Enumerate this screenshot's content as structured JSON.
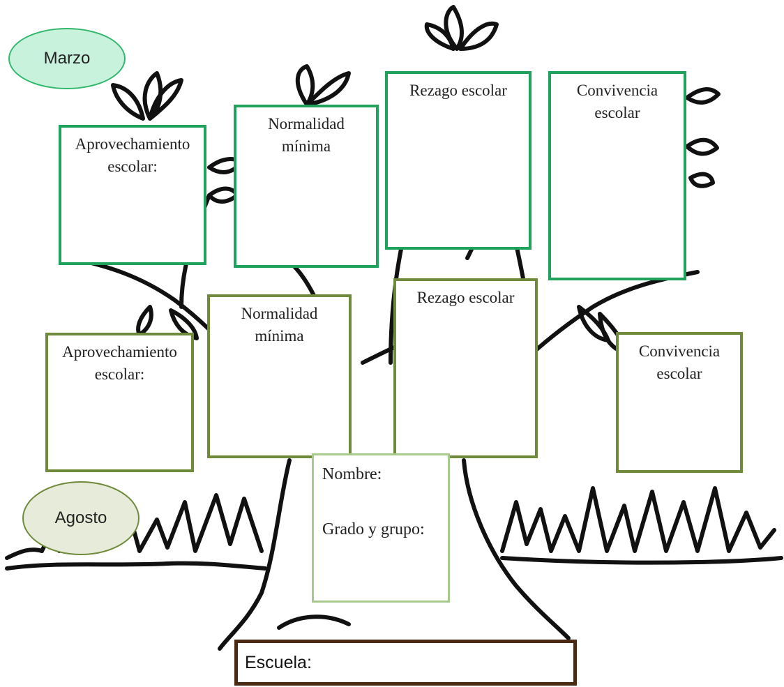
{
  "ovals": {
    "march": "Marzo",
    "august": "Agosto"
  },
  "march_boxes": [
    {
      "line1": "Aprovechamiento",
      "line2": "escolar:"
    },
    {
      "line1": "Normalidad",
      "line2": "mínima"
    },
    {
      "line1": "Rezago escolar",
      "line2": ""
    },
    {
      "line1": "Convivencia",
      "line2": "escolar"
    }
  ],
  "august_boxes": [
    {
      "line1": "Aprovechamiento",
      "line2": "escolar:"
    },
    {
      "line1": "Normalidad",
      "line2": "mínima"
    },
    {
      "line1": "Rezago escolar",
      "line2": ""
    },
    {
      "line1": "Convivencia",
      "line2": "escolar"
    }
  ],
  "student": {
    "name_label": "Nombre:",
    "grade_label": "Grado y grupo:"
  },
  "school": {
    "label": "Escuela:"
  },
  "colors": {
    "march_border": "#1fa35c",
    "march_oval_fill": "#c9f2dd",
    "august_border": "#6e8a3a",
    "august_oval_fill": "#e6ecd9",
    "student_border": "#a7c98b",
    "school_border": "#4a2a12",
    "tree_line": "#111111"
  }
}
